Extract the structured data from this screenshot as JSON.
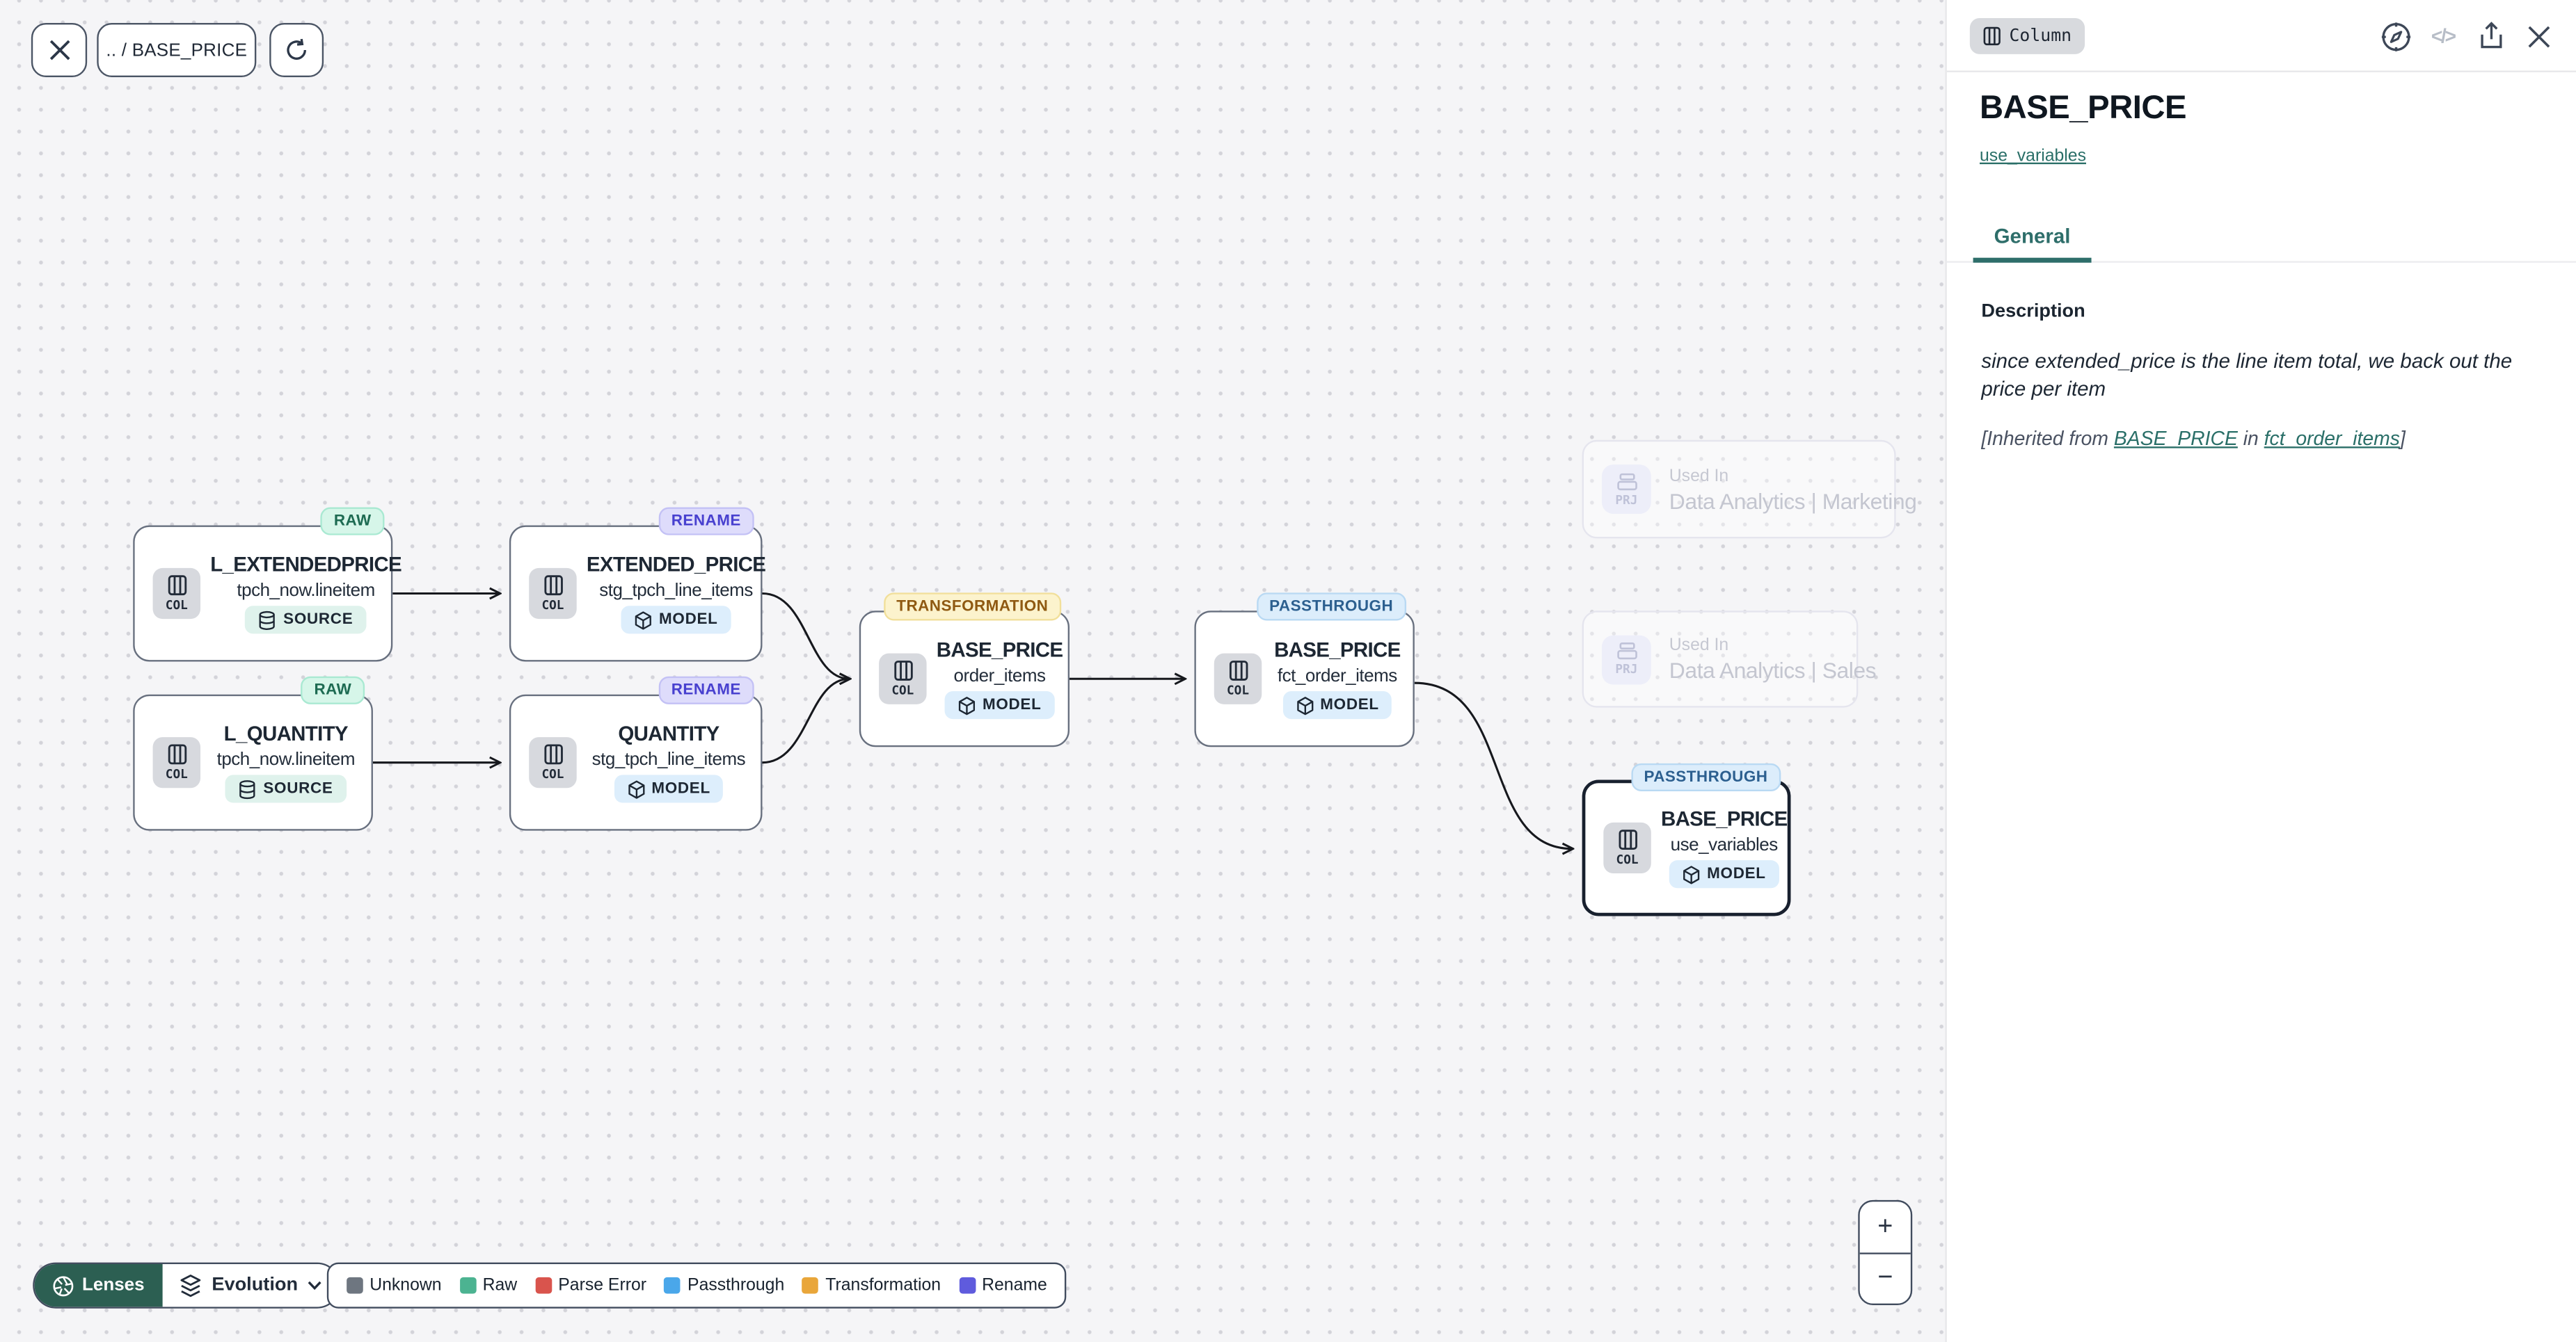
{
  "toolbar": {
    "breadcrumb": ".. / BASE_PRICE",
    "close_icon": "close-icon",
    "refresh_icon": "refresh-icon"
  },
  "graph": {
    "nodes": [
      {
        "title": "L_EXTENDEDPRICE",
        "subtitle": "tpch_now.lineitem",
        "badge": "RAW",
        "kind": "SOURCE",
        "type": "COL"
      },
      {
        "title": "EXTENDED_PRICE",
        "subtitle": "stg_tpch_line_items",
        "badge": "RENAME",
        "kind": "MODEL",
        "type": "COL"
      },
      {
        "title": "L_QUANTITY",
        "subtitle": "tpch_now.lineitem",
        "badge": "RAW",
        "kind": "SOURCE",
        "type": "COL"
      },
      {
        "title": "QUANTITY",
        "subtitle": "stg_tpch_line_items",
        "badge": "RENAME",
        "kind": "MODEL",
        "type": "COL"
      },
      {
        "title": "BASE_PRICE",
        "subtitle": "order_items",
        "badge": "TRANSFORMATION",
        "kind": "MODEL",
        "type": "COL"
      },
      {
        "title": "BASE_PRICE",
        "subtitle": "fct_order_items",
        "badge": "PASSTHROUGH",
        "kind": "MODEL",
        "type": "COL"
      },
      {
        "title": "BASE_PRICE",
        "subtitle": "use_variables",
        "badge": "PASSTHROUGH",
        "kind": "MODEL",
        "type": "COL",
        "selected": true
      }
    ],
    "ghost_nodes": [
      {
        "label": "Used In",
        "name": "Data Analytics | Marketing",
        "type": "PRJ"
      },
      {
        "label": "Used In",
        "name": "Data Analytics | Sales",
        "type": "PRJ"
      }
    ],
    "edges": [
      {
        "from": 0,
        "to": 1
      },
      {
        "from": 2,
        "to": 3
      },
      {
        "from": 1,
        "to": 4
      },
      {
        "from": 3,
        "to": 4
      },
      {
        "from": 4,
        "to": 5
      },
      {
        "from": 5,
        "to": 6
      }
    ]
  },
  "footer": {
    "lenses_label": "Lenses",
    "lens_selected": "Evolution",
    "legend": [
      {
        "label": "Unknown",
        "color": "#6e7680"
      },
      {
        "label": "Raw",
        "color": "#4cb391"
      },
      {
        "label": "Parse Error",
        "color": "#d9544d"
      },
      {
        "label": "Passthrough",
        "color": "#4aa7ea"
      },
      {
        "label": "Transformation",
        "color": "#e9a63a"
      },
      {
        "label": "Rename",
        "color": "#5f5bdd"
      }
    ],
    "zoom_in": "+",
    "zoom_out": "−"
  },
  "panel": {
    "type_badge": "Column",
    "header_icons": [
      "compass-icon",
      "code-icon",
      "share-icon",
      "close-icon"
    ],
    "title": "BASE_PRICE",
    "subtitle_link": "use_variables",
    "tabs": [
      {
        "label": "General",
        "active": true
      }
    ],
    "description": {
      "heading": "Description",
      "body": "since extended_price is the line item total, we back out the price per item",
      "inherited_prefix": "[Inherited from ",
      "inherited_link1": "BASE_PRICE",
      "inherited_middle": " in ",
      "inherited_link2": "fct_order_items",
      "inherited_suffix": "]"
    },
    "accent_color": "#2e6e6a"
  }
}
